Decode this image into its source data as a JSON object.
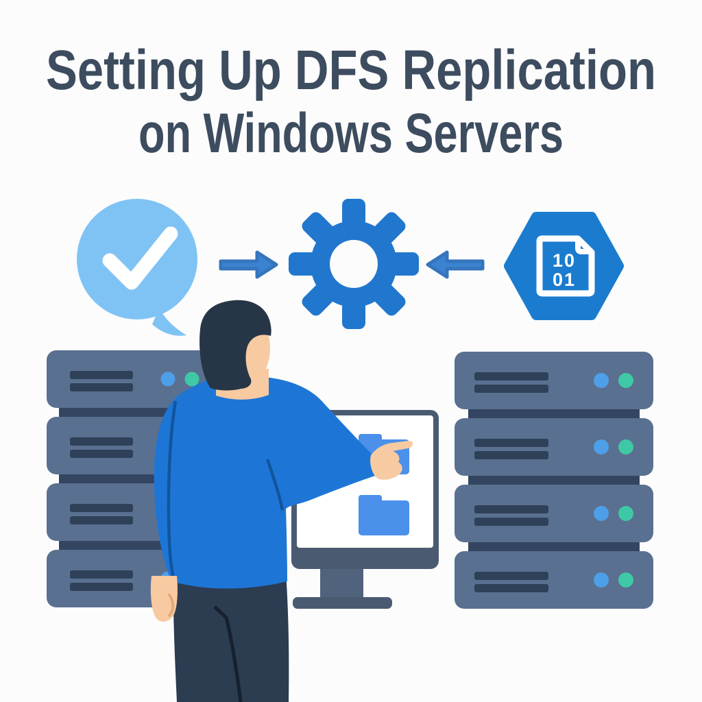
{
  "page": {
    "background_color": "#fcfcfc",
    "description": "Illustrated banner about DFS replication between Windows servers"
  },
  "title": {
    "line1": "Setting Up DFS Replication",
    "line2": "on Windows Servers",
    "color": "#3d4c5f"
  },
  "flow_row": {
    "check_bubble": {
      "icon": "check-speech-bubble",
      "bubble_color": "#7fc3f4",
      "check_color": "#ffffff"
    },
    "arrow_right": {
      "icon": "arrow-right",
      "color": "#3b82cf"
    },
    "gear": {
      "icon": "gear",
      "color": "#2177cd",
      "hole_color": "#fcfcfc"
    },
    "arrow_left": {
      "icon": "arrow-left",
      "color": "#3b82cf"
    },
    "binary_hexagon": {
      "icon": "binary-document-hexagon",
      "hexagon_color": "#1b7ccf",
      "document_outline_color": "#ffffff",
      "document_line1": "10",
      "document_line2": "01"
    }
  },
  "server_racks": {
    "left": {
      "units": 4
    },
    "right": {
      "units": 4
    },
    "body_color": "#5a7090",
    "vent_color": "#2e4159",
    "band_color": "#334560",
    "led_blue": "#4d9fe8",
    "led_teal": "#3fc8a6"
  },
  "monitor": {
    "frame_color": "#4a5b71",
    "stand_color": "#51637c",
    "screen_color": "#ffffff",
    "folder_count": 2,
    "folder_color": "#4b90ea"
  },
  "person": {
    "hair_color": "#263646",
    "skin_color": "#f8caa1",
    "skin_shadow_color": "#e5a87d",
    "sweater_color": "#1d76d6",
    "sweater_seam_color": "#11559e",
    "pants_color": "#2c3c51",
    "pants_seam_color": "#16202e"
  }
}
